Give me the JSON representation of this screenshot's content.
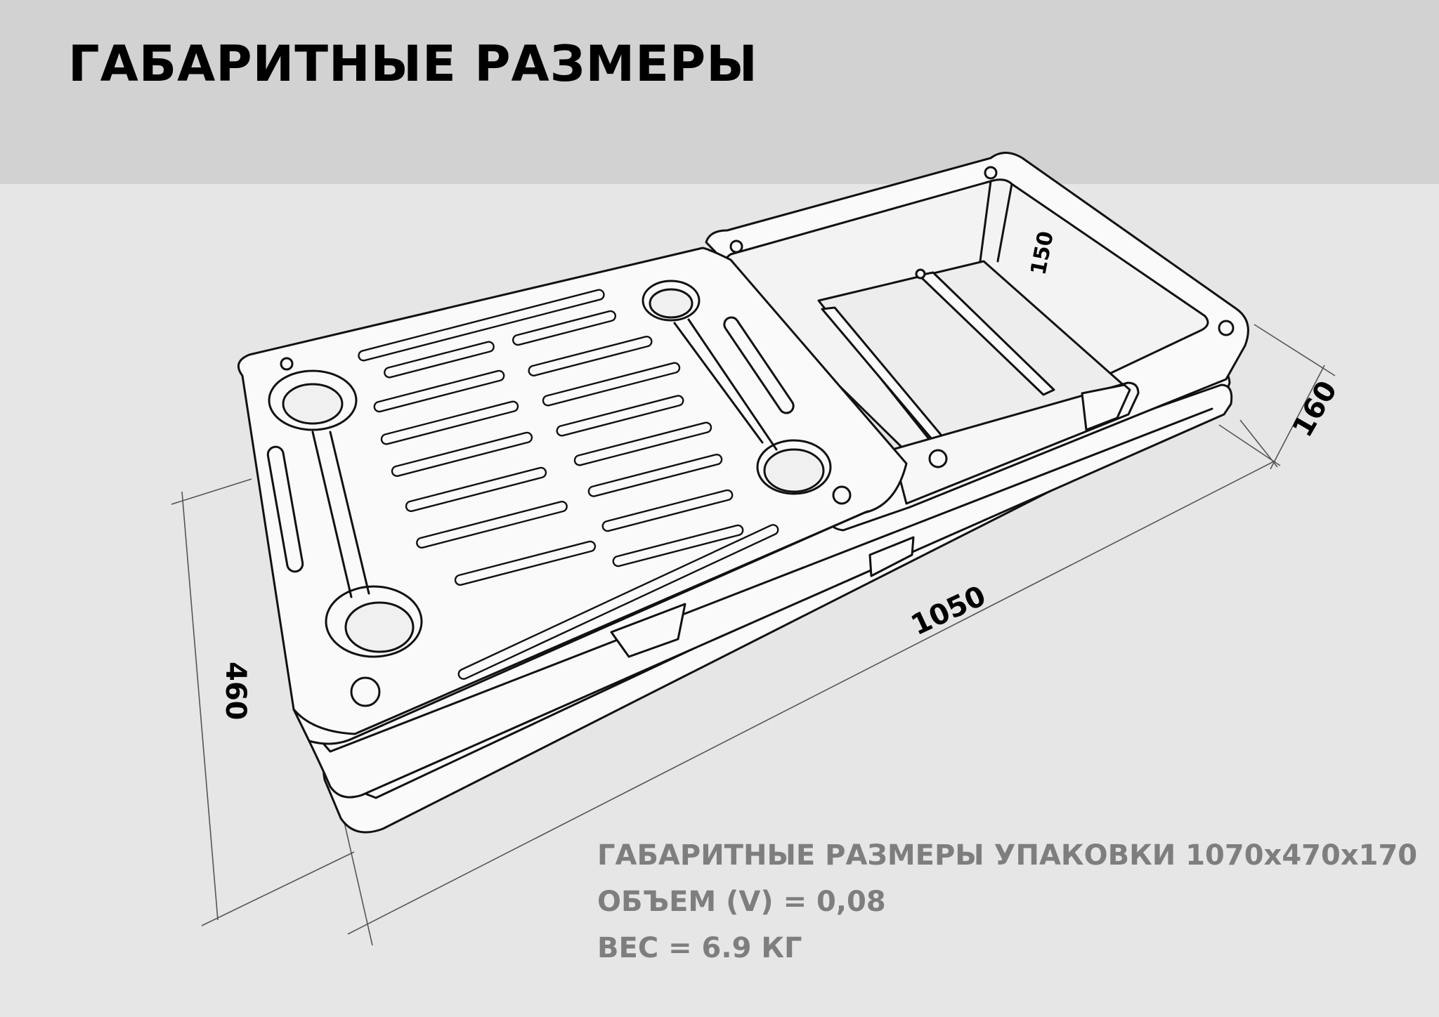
{
  "header": {
    "title": "ГАБАРИТНЫЕ РАЗМЕРЫ",
    "background_color": "#d2d2d2"
  },
  "diagram": {
    "dimensions": {
      "length": "1050",
      "width": "460",
      "height": "160",
      "inner_depth": "150"
    }
  },
  "specs": {
    "package": "ГАБАРИТНЫЕ РАЗМЕРЫ УПАКОВКИ 1070х470х170",
    "volume": "ОБЪЕМ (V) = 0,08",
    "weight": "ВЕС =  6.9 КГ",
    "text_color": "#7e7e7e"
  }
}
